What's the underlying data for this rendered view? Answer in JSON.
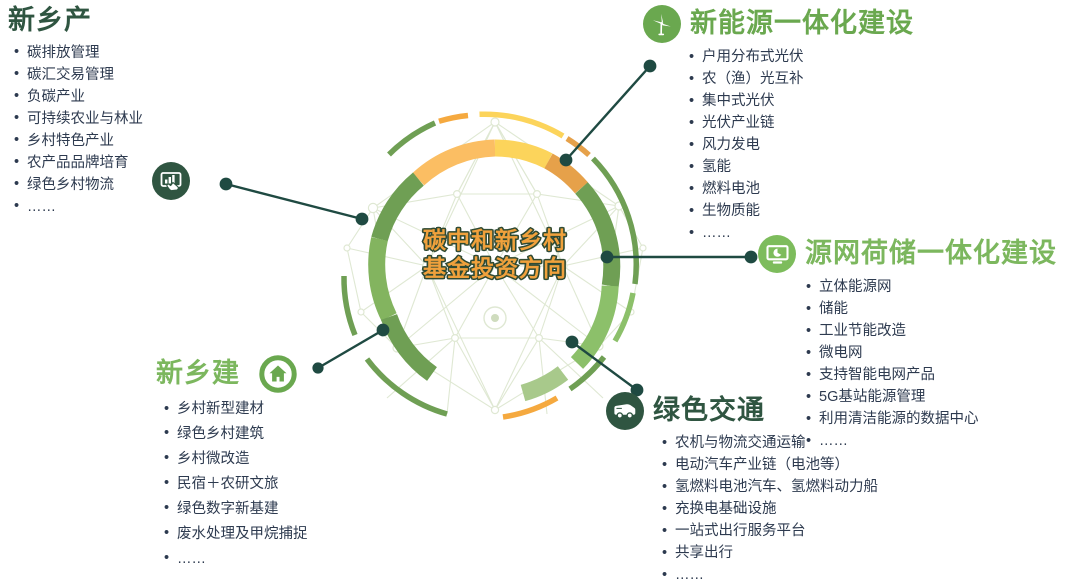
{
  "center": {
    "line1": "碳中和新乡村",
    "line2": "基金投资方向"
  },
  "palette": {
    "dark_green": "#2f5541",
    "mid_green": "#6aa84f",
    "light_green": "#7dbc5c",
    "pale_green": "#a8c98b",
    "orange": "#f5a93f",
    "light_orange": "#fbbe63",
    "yellow": "#fcd45b",
    "amber": "#e6a14a",
    "text_navy": "#2d3a4f",
    "connector": "#1f4a42",
    "mesh": "#dfe8d3"
  },
  "blocks": [
    {
      "id": "agri",
      "title": "新乡产",
      "title_color": "dark",
      "icon": "presentation-chart-icon",
      "icon_style": "dark",
      "items": [
        "碳排放管理",
        "碳汇交易管理",
        "负碳产业",
        "可持续农业与林业",
        "乡村特色产业",
        "农产品品牌培育",
        "绿色乡村物流",
        "……"
      ]
    },
    {
      "id": "energy",
      "title": "新能源一体化建设",
      "title_color": "mid",
      "icon": "wind-turbine-icon",
      "icon_style": "mid",
      "items": [
        "户用分布式光伏",
        "农（渔）光互补",
        "集中式光伏",
        "光伏产业链",
        "风力发电",
        "氢能",
        "燃料电池",
        "生物质能",
        "……"
      ]
    },
    {
      "id": "grid",
      "title": "源网荷储一体化建设",
      "title_color": "light",
      "icon": "monitor-pie-icon",
      "icon_style": "light",
      "items": [
        "立体能源网",
        "储能",
        "工业节能改造",
        "微电网",
        "支持智能电网产品",
        "5G基站能源管理",
        "利用清洁能源的数据中心",
        "……"
      ]
    },
    {
      "id": "transport",
      "title": "绿色交通",
      "title_color": "dark",
      "icon": "bus-icon",
      "icon_style": "dark",
      "items": [
        "农机与物流交通运输",
        "电动汽车产业链（电池等）",
        "氢燃料电池汽车、氢燃料动力船",
        "充换电基础设施",
        "一站式出行服务平台",
        "共享出行",
        "……"
      ]
    },
    {
      "id": "build",
      "title": "新乡建",
      "title_color": "light",
      "icon": "home-icon",
      "icon_style": "ring",
      "items": [
        "乡村新型建材",
        "绿色乡村建筑",
        "乡村微改造",
        "民宿＋农研文旅",
        "绿色数字新基建",
        "废水处理及甲烷捕捉",
        "……"
      ]
    }
  ]
}
